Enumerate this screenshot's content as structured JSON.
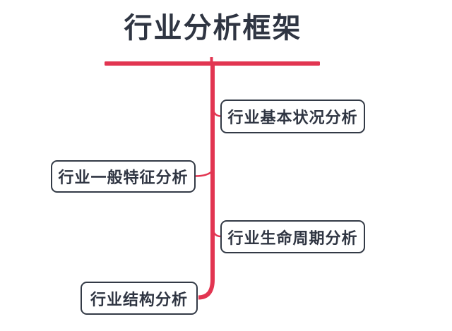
{
  "diagram": {
    "type": "tree-mindmap",
    "title": "行业分析框架",
    "nodes": [
      {
        "label": "行业基本状况分析",
        "side": "right"
      },
      {
        "label": "行业一般特征分析",
        "side": "left"
      },
      {
        "label": "行业生命周期分析",
        "side": "right"
      },
      {
        "label": "行业结构分析",
        "side": "left"
      }
    ]
  },
  "colors": {
    "line_red": "#e23551",
    "text_dark": "#2f3542",
    "node_border": "#333a46",
    "background": "#ffffff"
  }
}
